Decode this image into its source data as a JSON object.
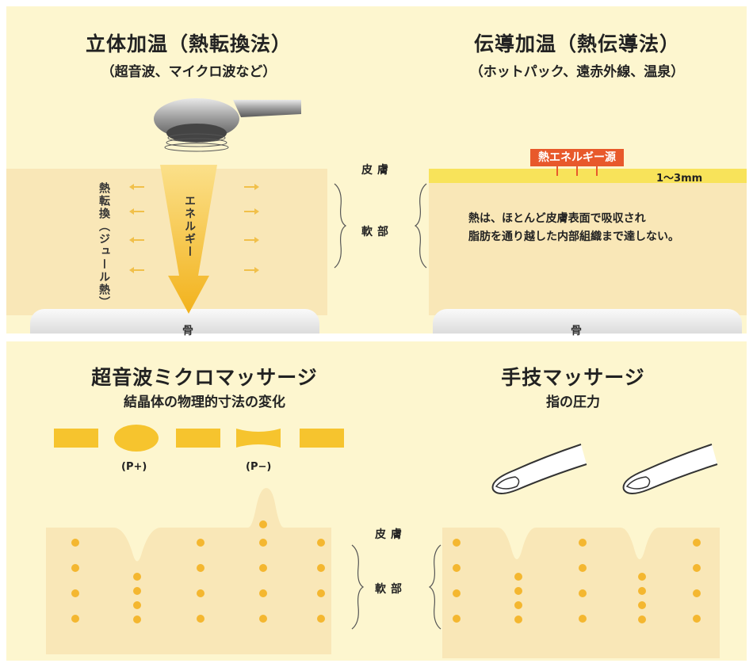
{
  "top_left": {
    "title": "立体加温（熱転換法）",
    "subtitle": "（超音波、マイクロ波など）",
    "side_label": "熱転換（ジュール熱）",
    "energy_label": "エネルギー",
    "bone_label": "骨"
  },
  "top_right": {
    "title": "伝導加温（熱伝導法）",
    "subtitle": "（ホットパック、遠赤外線、温泉）",
    "source_label": "熱エネルギー源",
    "depth_label": "1〜3mm",
    "description_line1": "熱は、ほとんど皮膚表面で吸収され",
    "description_line2": "脂肪を通り越した内部組織まで達しない。",
    "bone_label": "骨"
  },
  "top_center": {
    "skin_label": "皮膚",
    "soft_tissue_label": "軟部"
  },
  "bottom_left": {
    "title": "超音波ミクロマッサージ",
    "subtitle": "結晶体の物理的寸法の変化",
    "p_plus": "(P+)",
    "p_minus": "(P−)"
  },
  "bottom_right": {
    "title": "手技マッサージ",
    "subtitle": "指の圧力"
  },
  "bottom_center": {
    "skin_label": "皮膚",
    "soft_tissue_label": "軟部"
  },
  "colors": {
    "panel_bg": "#fdf6cf",
    "tissue": "#f9e7b7",
    "energy": "#f6c42e",
    "heat_source": "#e8592b",
    "dots": "#f4b730"
  }
}
